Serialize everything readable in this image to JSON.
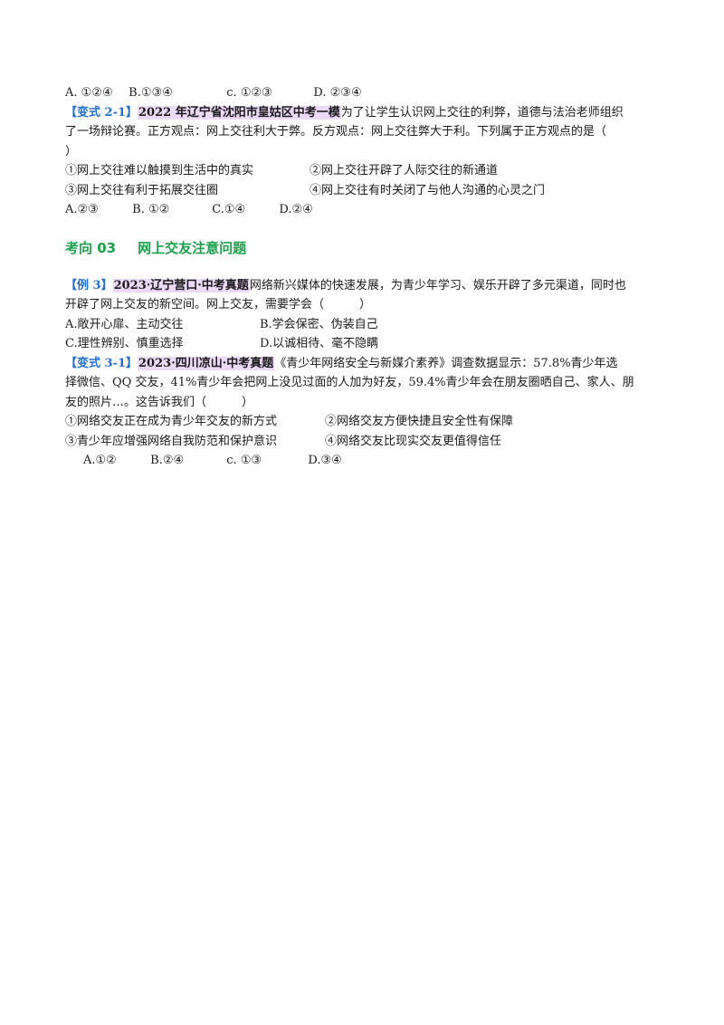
{
  "q_prev": {
    "options": [
      "A. ①②④",
      "B.①③④",
      "c. ①②③",
      "D. ②③④"
    ]
  },
  "v21": {
    "tag": "【变式 2-1】",
    "source": "2022 年辽宁省沈阳市皇姑区中考一模",
    "stem_1": "为了让学生认识网上交往的利弊，道德与法治老师组织",
    "stem_2": "了一场辩论赛。正方观点：网上交往利大于弊。反方观点：网上交往弊大于利。下列属于正方观点的是（",
    "stem_3": "）",
    "s1": "①网上交往难以触摸到生活中的真实",
    "s2": "②网上交往开辟了人际交往的新通道",
    "s3": "③网上交往有利于拓展交往圈",
    "s4": "④网上交往有时关闭了与他人沟通的心灵之门",
    "options": [
      "A.②③",
      "B. ①②",
      "C.①④",
      "D.②④"
    ]
  },
  "section": {
    "number": "考向 03",
    "title": "网上交友注意问题"
  },
  "ex3": {
    "tag": "【例 3】",
    "source": "2023·辽宁营口·中考真题",
    "stem_1": "网络新兴媒体的快速发展，为青少年学习、娱乐开辟了多元渠道，同时也",
    "stem_2": "开辟了网上交友的新空间。网上交友，需要学会（　　　）",
    "opt_a": "A.敞开心扉、主动交往",
    "opt_b": "B.学会保密、伪装自己",
    "opt_c": "C.理性辨别、慎重选择",
    "opt_d": "D.以诚相待、毫不隐瞒"
  },
  "v31": {
    "tag": "【变式 3-1】",
    "source": "2023·四川凉山·中考真题",
    "stem_1": "《青少年网络安全与新媒介素养》调查数据显示：57.8%青少年选",
    "stem_2": "择微信、QQ 交友，41%青少年会把网上没见过面的人加为好友，59.4%青少年会在朋友圈晒自己、家人、朋",
    "stem_3": "友的照片…。这告诉我们（　　　）",
    "s1": "①网络交友正在成为青少年交友的新方式",
    "s2": "②网络交友方便快捷且安全性有保障",
    "s3": "③青少年应增强网络自我防范和保护意识",
    "s4": "④网络交友比现实交友更值得信任",
    "options": [
      "A.①②",
      "B.②④",
      "c. ①③",
      "D.③④"
    ]
  }
}
